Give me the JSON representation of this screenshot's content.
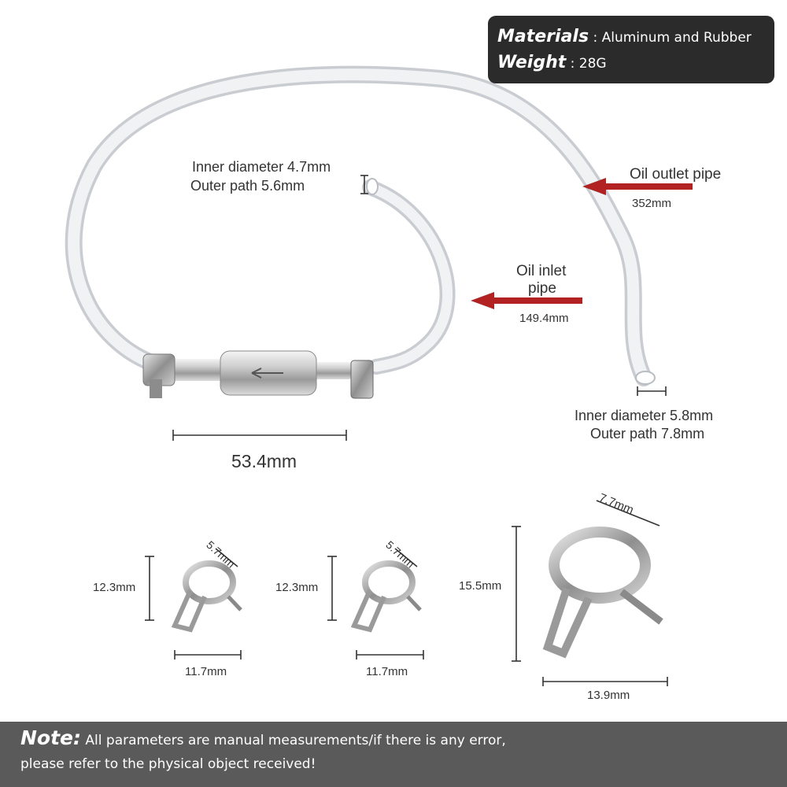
{
  "specs": {
    "materials_label": "Materials",
    "materials_value": "Aluminum and Rubber",
    "weight_label": "Weight",
    "weight_value": "28G"
  },
  "dims": {
    "inlet_inner": "Inner diameter 4.7mm",
    "inlet_outer": "Outer path 5.6mm",
    "outlet_label": "Oil outlet pipe",
    "outlet_length": "352mm",
    "inlet_label_1": "Oil inlet",
    "inlet_label_2": "pipe",
    "inlet_length": "149.4mm",
    "outlet_inner": "Inner diameter 5.8mm",
    "outlet_outer": "Outer path 7.8mm",
    "filter_length": "53.4mm"
  },
  "clamps": [
    {
      "width": "5.7mm",
      "height": "12.3mm",
      "base": "11.7mm"
    },
    {
      "width": "5.7mm",
      "height": "12.3mm",
      "base": "11.7mm"
    },
    {
      "width": "7.7mm",
      "height": "15.5mm",
      "base": "13.9mm"
    }
  ],
  "note": {
    "label": "Note:",
    "line1": "All parameters are manual measurements/if there is any error,",
    "line2": "please refer to the physical object received!"
  },
  "colors": {
    "arrow": "#b22222",
    "spec_bg": "#2b2b2b",
    "note_bg": "#5a5a5a"
  }
}
